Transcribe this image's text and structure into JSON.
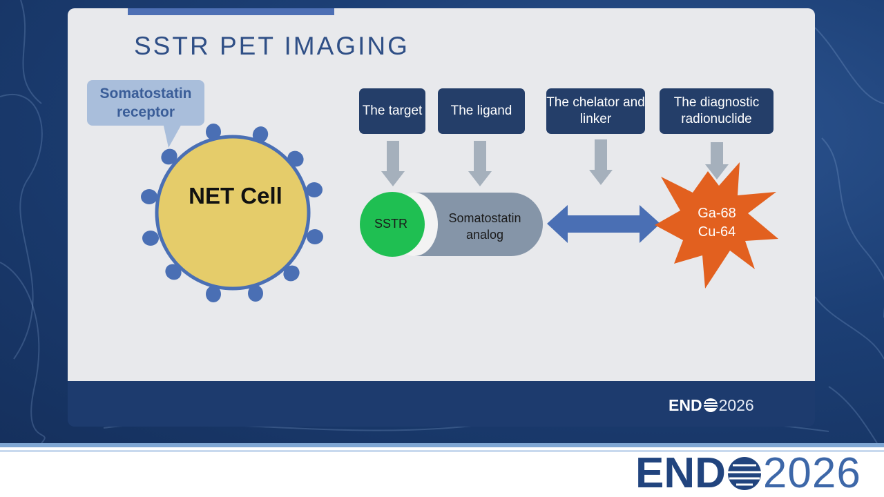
{
  "slide": {
    "title": "SSTR PET IMAGING",
    "footer_logo": {
      "word": "END",
      "year": "2026"
    }
  },
  "diagram": {
    "receptor_callout": "Somatostatin receptor",
    "cell_label": "NET Cell",
    "top_labels": [
      {
        "text": "The target"
      },
      {
        "text": "The ligand"
      },
      {
        "text": "The chelator and linker"
      },
      {
        "text": "The diagnostic radionuclide"
      }
    ],
    "sstr_label": "SSTR",
    "analog_label": "Somatostatin analog",
    "radionuclides": [
      "Ga-68",
      "Cu-64"
    ],
    "colors": {
      "cell": "#e5cc6a",
      "receptor": "#4a6fb4",
      "sstr": "#1fbf52",
      "analog": "#8595a8",
      "double_arrow": "#4a6fb4",
      "starburst": "#e2601f",
      "arrow": "#a5b0bc",
      "label_box": "#243e69"
    }
  },
  "page_logo": {
    "word": "END",
    "year": "2026"
  }
}
